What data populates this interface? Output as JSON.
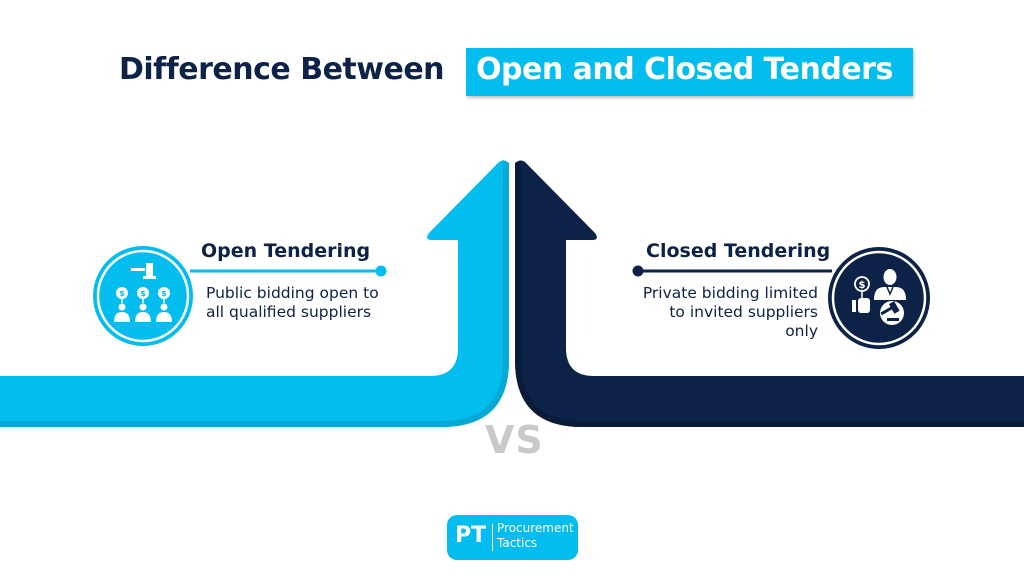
{
  "header": {
    "title_plain": "Difference Between",
    "title_highlight": "Open and Closed Tenders"
  },
  "open": {
    "title": "Open Tendering",
    "description": "Public bidding open to all qualified suppliers",
    "icon": "auction-bidders-icon",
    "color": "#02bdee"
  },
  "closed": {
    "title": "Closed Tendering",
    "description": "Private bidding limited to invited suppliers only",
    "icon": "invited-bidder-auction-icon",
    "color": "#0d2247"
  },
  "center": {
    "vs_label": "VS"
  },
  "logo": {
    "initials": "PT",
    "line1": "Procurement",
    "line2": "Tactics"
  },
  "colors": {
    "light_blue": "#02bdee",
    "light_blue_shade": "#06a9d4",
    "navy": "#0d2247",
    "navy_shade": "#0a1b39",
    "vs_gray": "#c9c9c9"
  }
}
